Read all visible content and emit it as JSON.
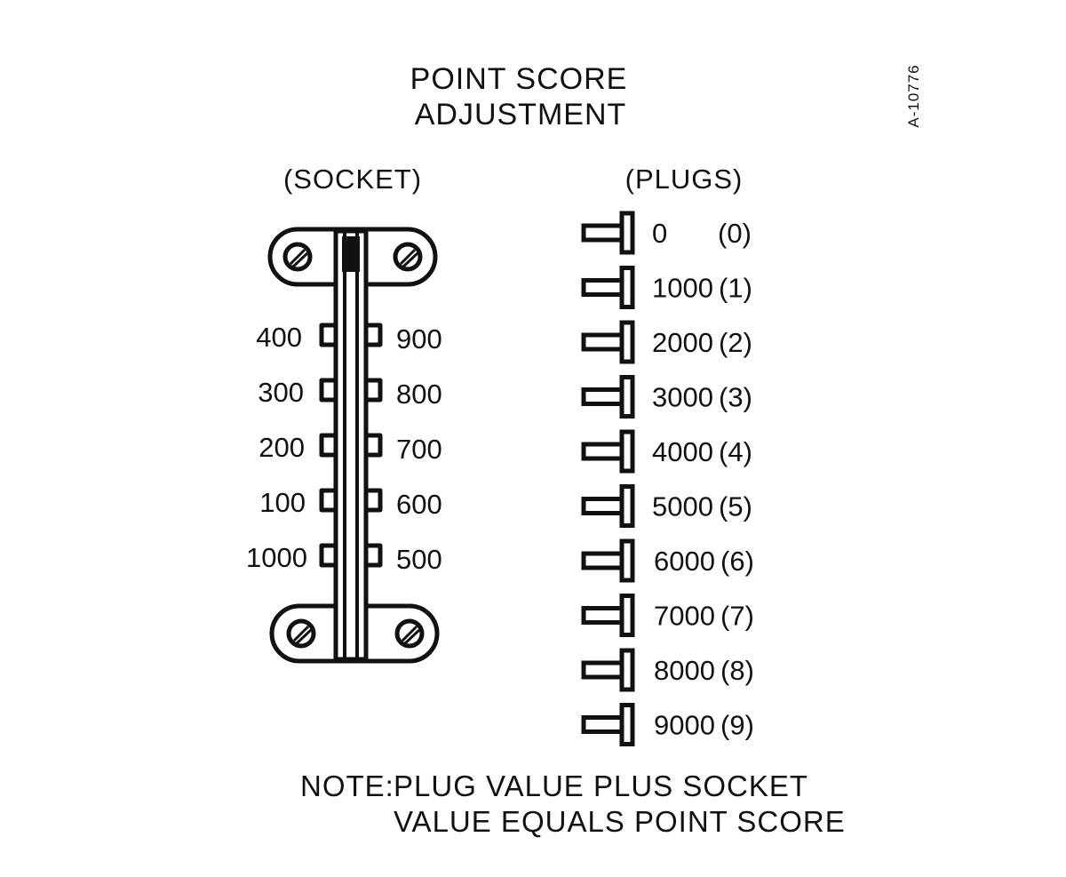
{
  "title": {
    "line1": "POINT SCORE",
    "line2": "ADJUSTMENT"
  },
  "reference_code": "A-10776",
  "socket": {
    "header": "(SOCKET)",
    "left_values": [
      "400",
      "300",
      "200",
      "100",
      "1000"
    ],
    "right_values": [
      "900",
      "800",
      "700",
      "600",
      "500"
    ]
  },
  "plugs": {
    "header": "(PLUGS)",
    "items": [
      {
        "value": "0",
        "code": "(0)"
      },
      {
        "value": "1000",
        "code": "(1)"
      },
      {
        "value": "2000",
        "code": "(2)"
      },
      {
        "value": "3000",
        "code": "(3)"
      },
      {
        "value": "4000",
        "code": "(4)"
      },
      {
        "value": "5000",
        "code": "(5)"
      },
      {
        "value": "6000",
        "code": "(6)"
      },
      {
        "value": "7000",
        "code": "(7)"
      },
      {
        "value": "8000",
        "code": "(8)"
      },
      {
        "value": "9000",
        "code": "(9)"
      }
    ]
  },
  "note": {
    "label": "NOTE:",
    "line1": "PLUG VALUE PLUS SOCKET",
    "line2": "VALUE EQUALS POINT SCORE"
  }
}
